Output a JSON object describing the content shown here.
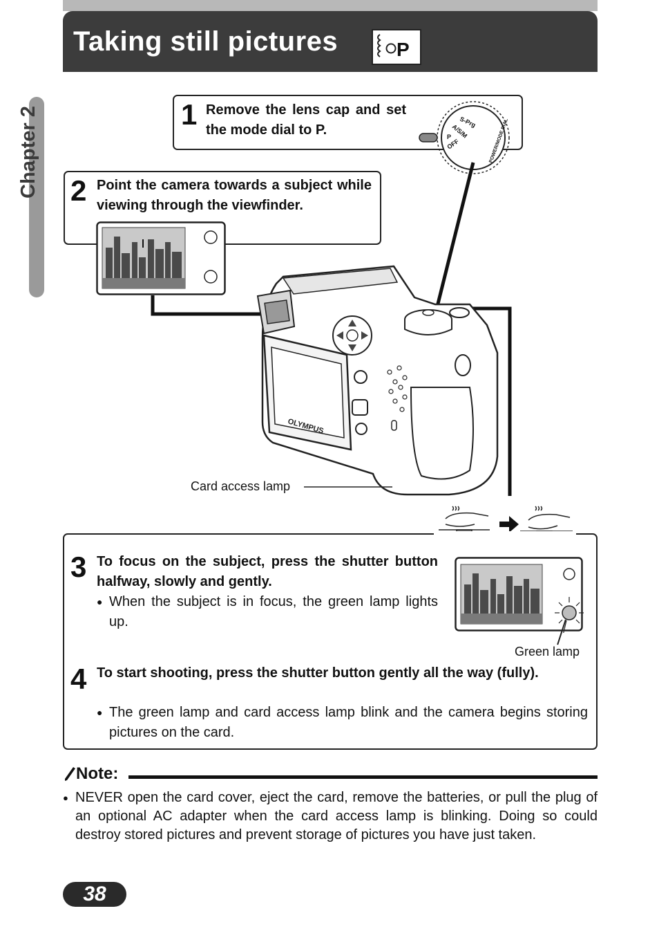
{
  "header": {
    "title": "Taking still pictures",
    "mode_icon_label": "P"
  },
  "chapter": {
    "label": "Chapter 2"
  },
  "steps": [
    {
      "number": "1",
      "text": "Remove the lens cap and set the mode dial to P."
    },
    {
      "number": "2",
      "text": "Point the camera towards a subject while viewing through the viewfinder."
    },
    {
      "number": "3",
      "text": "To focus on the subject, press the shutter button halfway, slowly and gently.",
      "bullet": "When the subject is in focus, the green lamp lights up."
    },
    {
      "number": "4",
      "text": "To start shooting, press the shutter button gently all the way (fully).",
      "bullet": "The green lamp and card access lamp blink and the camera begins storing pictures on the card."
    }
  ],
  "mode_dial_labels": [
    "S-Prg",
    "A/S/M",
    "P",
    "OFF",
    "POWER/MODE DIAL"
  ],
  "callouts": {
    "card_access_lamp": "Card access lamp",
    "green_lamp": "Green lamp"
  },
  "camera_brand": "OLYMPUS",
  "note": {
    "title": "Note:",
    "text": "NEVER open the card cover, eject the card, remove the batteries, or pull the plug of an optional AC adapter when the card access lamp is blinking. Doing so could destroy stored pictures and prevent storage of pictures you have just taken."
  },
  "page_number": "38"
}
